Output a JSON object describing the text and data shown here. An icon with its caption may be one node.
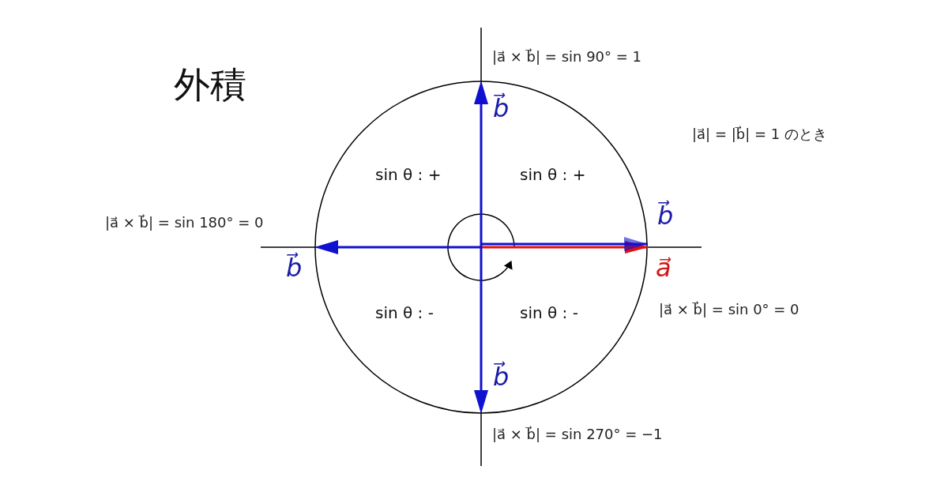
{
  "diagram": {
    "title": "外積",
    "labels": [
      "|a⃗ × b⃗| = sin 90° = 1",
      "b⃗",
      "|a⃗| = |b⃗| = 1 のとき",
      "sin θ : +",
      "sin θ : +",
      "|a⃗ × b⃗| = sin 180° = 0",
      "b⃗",
      "b⃗",
      "a⃗",
      "sin θ : -",
      "sin θ : -",
      "|a⃗ × b⃗| = sin 0° = 0",
      "b⃗",
      "|a⃗ × b⃗| = sin 270° = −1"
    ]
  }
}
